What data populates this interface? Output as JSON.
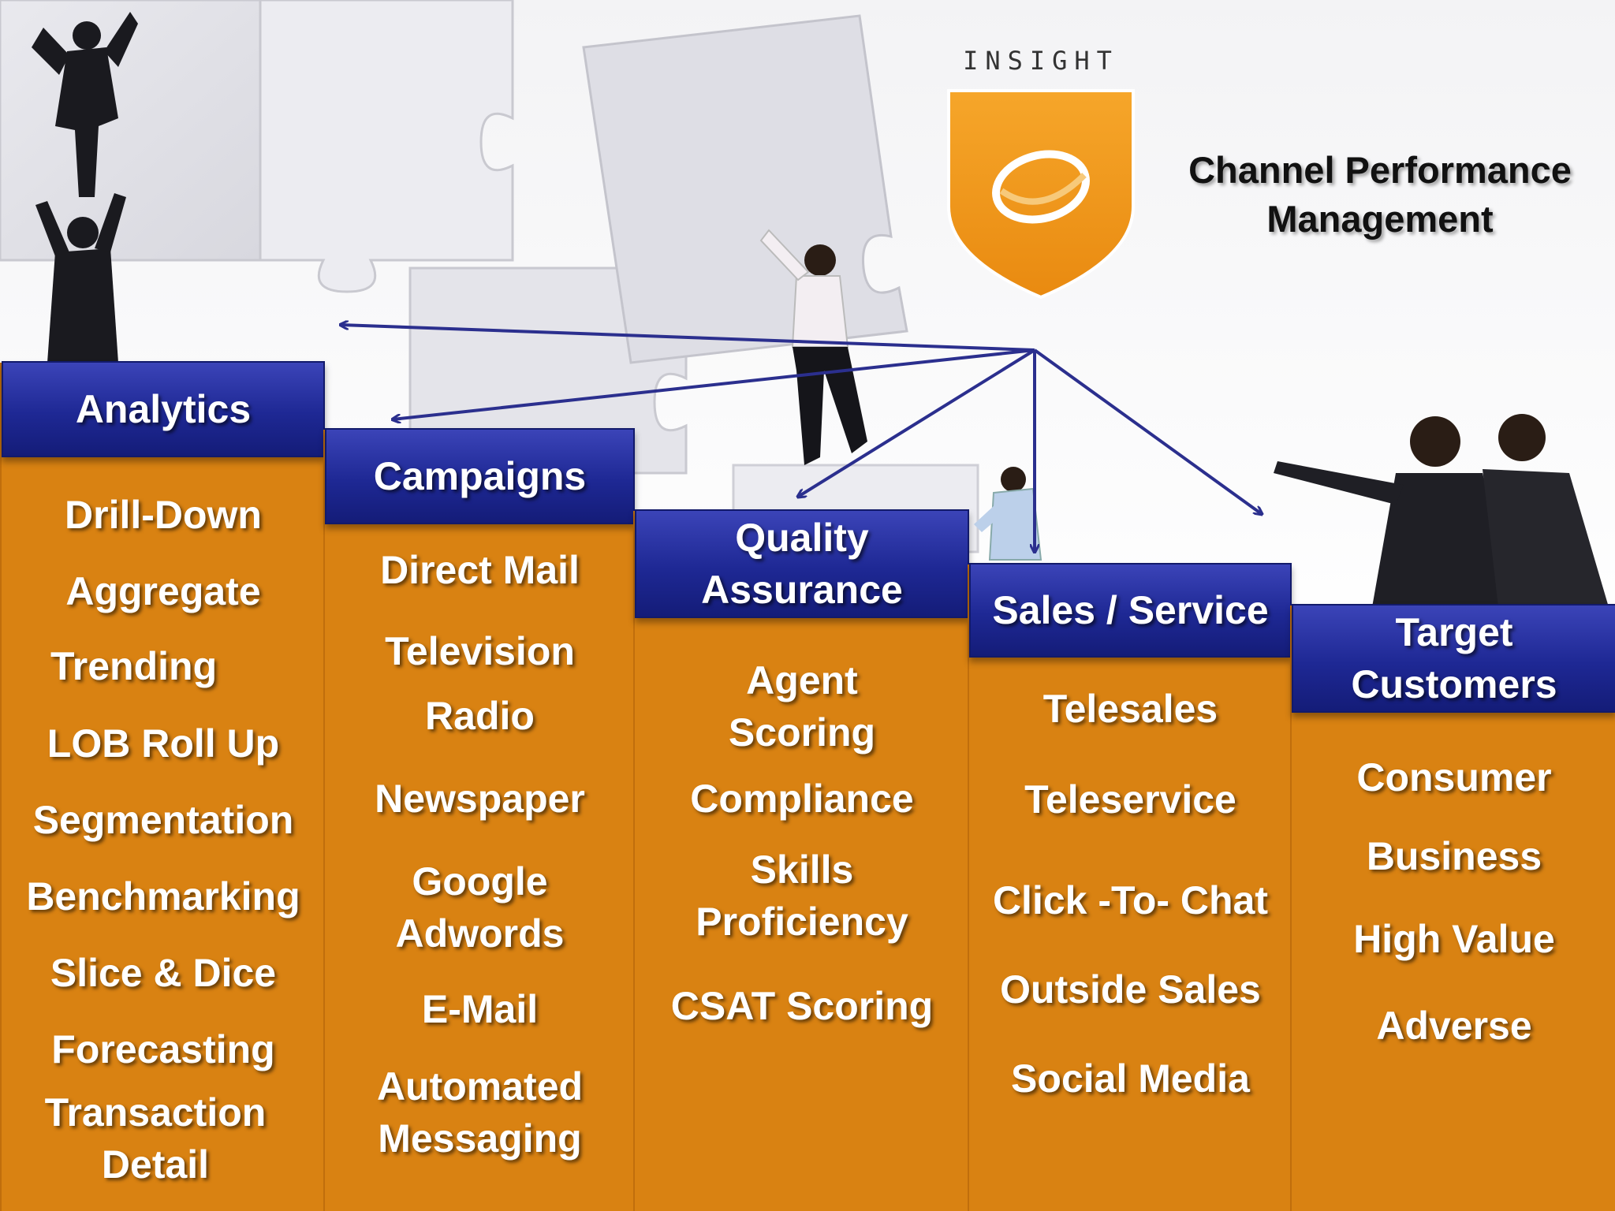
{
  "brand": {
    "name": "INSIGHT",
    "shield_color": "#f1a024"
  },
  "title": {
    "line1": "Channel Performance",
    "line2": "Management"
  },
  "colors": {
    "column_bg": "#d98212",
    "header_bg": "#1e2894",
    "arrow": "#2b2f8e"
  },
  "columns": [
    {
      "header": [
        "Analytics"
      ],
      "items": [
        [
          "Drill-Down"
        ],
        [
          "Aggregate"
        ],
        [
          "Trending"
        ],
        [
          "LOB Roll Up"
        ],
        [
          "Segmentation"
        ],
        [
          "Benchmarking"
        ],
        [
          "Slice & Dice"
        ],
        [
          "Forecasting"
        ],
        [
          "Transaction",
          "Detail"
        ]
      ]
    },
    {
      "header": [
        "Campaigns"
      ],
      "items": [
        [
          "Direct Mail"
        ],
        [
          "Television"
        ],
        [
          "Radio"
        ],
        [
          "Newspaper"
        ],
        [
          "Google",
          "Adwords"
        ],
        [
          "E-Mail"
        ],
        [
          "Automated",
          "Messaging"
        ]
      ]
    },
    {
      "header": [
        "Quality",
        "Assurance"
      ],
      "items": [
        [
          "Agent",
          "Scoring"
        ],
        [
          "Compliance"
        ],
        [
          "Skills",
          "Proficiency"
        ],
        [
          "CSAT Scoring"
        ]
      ]
    },
    {
      "header": [
        "Sales / Service"
      ],
      "items": [
        [
          "Telesales"
        ],
        [
          "Teleservice"
        ],
        [
          "Click -To- Chat"
        ],
        [
          "Outside Sales"
        ],
        [
          "Social Media"
        ]
      ]
    },
    {
      "header": [
        "Target",
        "Customers"
      ],
      "items": [
        [
          "Consumer"
        ],
        [
          "Business"
        ],
        [
          "High Value"
        ],
        [
          "Adverse"
        ]
      ]
    }
  ]
}
